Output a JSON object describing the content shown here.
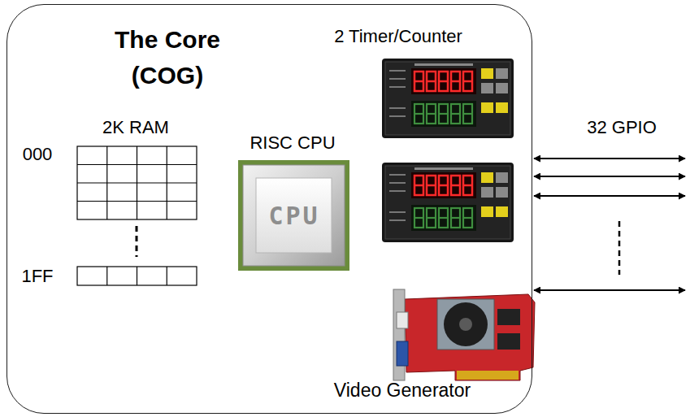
{
  "diagram": {
    "nodes": [
      {
        "text": [
          "The Core (COG)"
        ]
      }
    ],
    "labels": [
      "2 Timer/Counter",
      "2K RAM",
      "000",
      "RISC CPU",
      "1FF",
      "32 GPIO",
      "Video Generator",
      "CPU"
    ]
  }
}
